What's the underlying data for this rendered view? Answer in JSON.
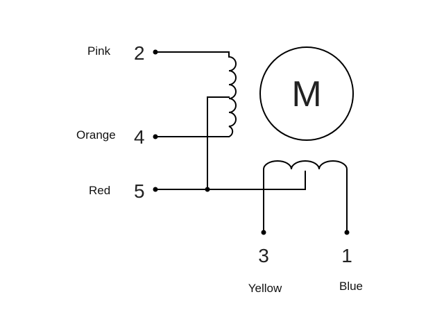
{
  "motor": {
    "label": "M"
  },
  "wires": {
    "pink": {
      "color_name": "Pink",
      "pin": "2"
    },
    "orange": {
      "color_name": "Orange",
      "pin": "4"
    },
    "red": {
      "color_name": "Red",
      "pin": "5"
    },
    "yellow": {
      "color_name": "Yellow",
      "pin": "3"
    },
    "blue": {
      "color_name": "Blue",
      "pin": "1"
    }
  }
}
